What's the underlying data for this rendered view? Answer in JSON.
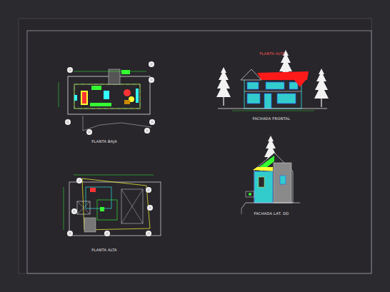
{
  "diagram": {
    "labels": [
      "PLANTA ALTA",
      "FACHADA FRONTAL",
      "PLANTA BAJA",
      "FACHADA LAT. DD",
      "PLANTA ALTA"
    ]
  }
}
